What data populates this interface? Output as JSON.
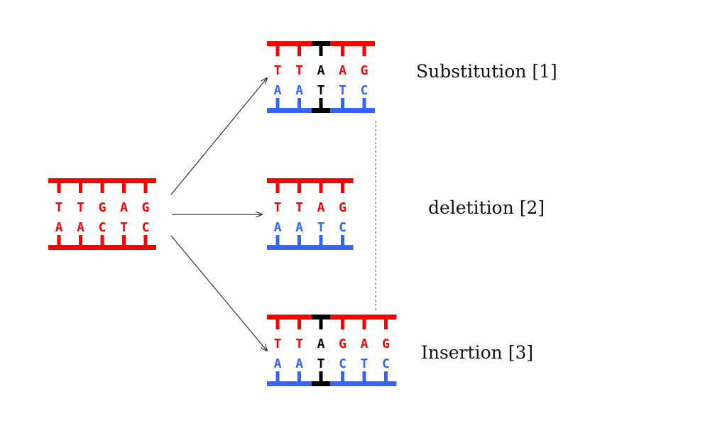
{
  "colors": {
    "red": "#ff0000",
    "blue": "#3366ff",
    "black": "#000000",
    "arrow": "#333333",
    "dashed": "#555555"
  },
  "original": {
    "top": [
      "T",
      "T",
      "G",
      "A",
      "G"
    ],
    "bottom": [
      "A",
      "A",
      "C",
      "T",
      "C"
    ],
    "top_colors": [
      "red",
      "red",
      "red",
      "red",
      "red"
    ],
    "bottom_colors": [
      "red",
      "red",
      "red",
      "red",
      "red"
    ],
    "top_bar": "red",
    "bottom_bar": "red"
  },
  "substitution": {
    "label": "Substitution [1]",
    "top": [
      "T",
      "T",
      "A",
      "A",
      "G"
    ],
    "bottom": [
      "A",
      "A",
      "T",
      "T",
      "C"
    ],
    "top_colors": [
      "red",
      "red",
      "black",
      "red",
      "red"
    ],
    "bottom_colors": [
      "blue",
      "blue",
      "black",
      "blue",
      "blue"
    ],
    "top_bar": "red",
    "bottom_bar": "blue",
    "highlight": [
      2
    ]
  },
  "deletion": {
    "label": "deletition [2]",
    "top": [
      "T",
      "T",
      "A",
      "G"
    ],
    "bottom": [
      "A",
      "A",
      "T",
      "C"
    ],
    "top_colors": [
      "red",
      "red",
      "red",
      "red"
    ],
    "bottom_colors": [
      "blue",
      "blue",
      "blue",
      "blue"
    ],
    "top_bar": "red",
    "bottom_bar": "blue",
    "highlight": []
  },
  "insertion": {
    "label": "Insertion [3]",
    "top": [
      "T",
      "T",
      "A",
      "G",
      "A",
      "G"
    ],
    "bottom": [
      "A",
      "A",
      "T",
      "C",
      "T",
      "C"
    ],
    "top_colors": [
      "red",
      "red",
      "black",
      "red",
      "red",
      "red"
    ],
    "bottom_colors": [
      "blue",
      "blue",
      "black",
      "blue",
      "blue",
      "blue"
    ],
    "top_bar": "red",
    "bottom_bar": "blue",
    "highlight": [
      2
    ]
  }
}
